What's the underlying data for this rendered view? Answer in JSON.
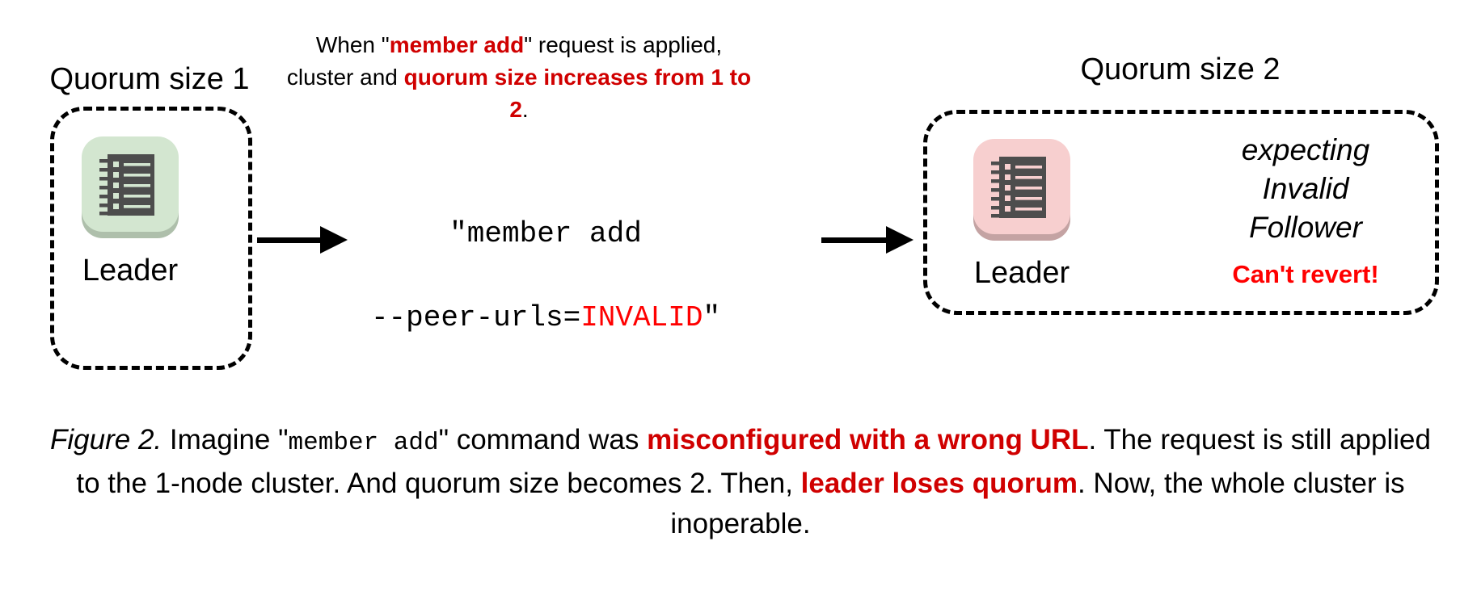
{
  "figure": {
    "left_box": {
      "heading": "Quorum size 1",
      "node_label": "Leader",
      "icon": "log-ledger-icon",
      "tile_color": "#d3e6d0",
      "glyph_color": "#4d4d4d"
    },
    "right_box": {
      "heading": "Quorum size 2",
      "node_label": "Leader",
      "icon": "log-ledger-icon",
      "tile_color": "#f7cfcf",
      "glyph_color": "#4d4d4d",
      "status_lines": [
        "expecting",
        "Invalid",
        "Follower"
      ],
      "warning": "Can't revert!",
      "warning_color": "#ff0000"
    },
    "top_note": {
      "part1": "When \"",
      "emphasis1": "member add",
      "part2": "\" request is applied, cluster and ",
      "emphasis2": "quorum size increases from 1 to 2",
      "part3": ".",
      "emphasis_color": "#d00000"
    },
    "command": {
      "line1": "\"member add",
      "line2_prefix": "--peer-urls=",
      "line2_invalid": "INVALID",
      "line2_suffix": "\"",
      "invalid_color": "#ff0000"
    },
    "arrows": {
      "arrow1": "arrow-right-icon",
      "arrow2": "arrow-right-icon"
    },
    "caption": {
      "label": "Figure 2.",
      "seg1": " Imagine \"",
      "mono1": "member add",
      "seg2": "\" command was ",
      "emphasis1": "misconfigured with a wrong URL",
      "seg3": ". The request is still applied to the 1-node cluster. And quorum size becomes 2. Then, ",
      "emphasis2": "leader loses quorum",
      "seg4": ". Now, the whole cluster is inoperable.",
      "emphasis_color": "#d00000"
    }
  }
}
